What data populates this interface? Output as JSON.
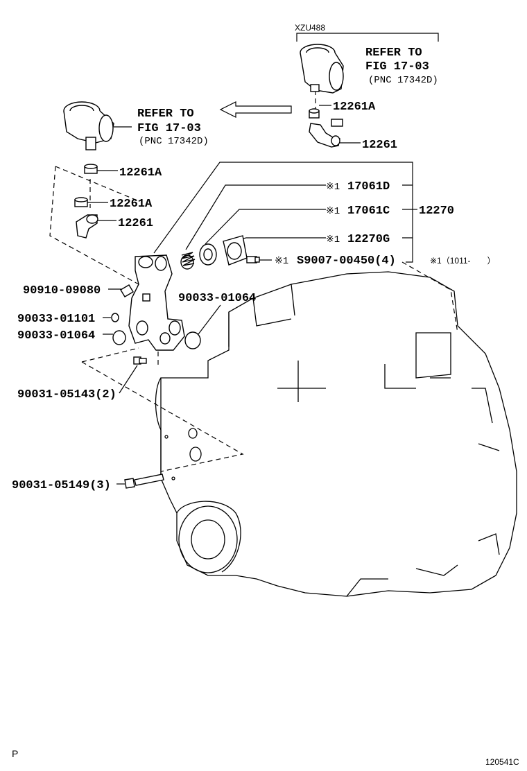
{
  "diagram": {
    "variant_label": "XZU488",
    "refer_top": {
      "line1": "REFER TO",
      "line2": "FIG 17-03",
      "line3": "(PNC 17342D)"
    },
    "refer_left": {
      "line1": "REFER TO",
      "line2": "FIG 17-03",
      "line3": "(PNC 17342D)"
    },
    "parts": {
      "p12261A_top": "12261A",
      "p12261_top": "12261",
      "p12261A_a": "12261A",
      "p12261A_b": "12261A",
      "p12261_left": "12261",
      "p17061D": "17061D",
      "p17061C": "17061C",
      "p12270": "12270",
      "p12270G": "12270G",
      "p90910": "90910-09080",
      "p90033_a": "90033-01064",
      "p90033_b": "90033-01101",
      "p90033_c": "90033-01064",
      "p90031_a": "90031-05143(2)",
      "p90031_b": "90031-05149(3)",
      "p90119": "S9007-00450(4)"
    },
    "note_mark": "※1",
    "note_text": "※1（1011-　　）",
    "corner_left": "P",
    "corner_right": "120541C"
  }
}
